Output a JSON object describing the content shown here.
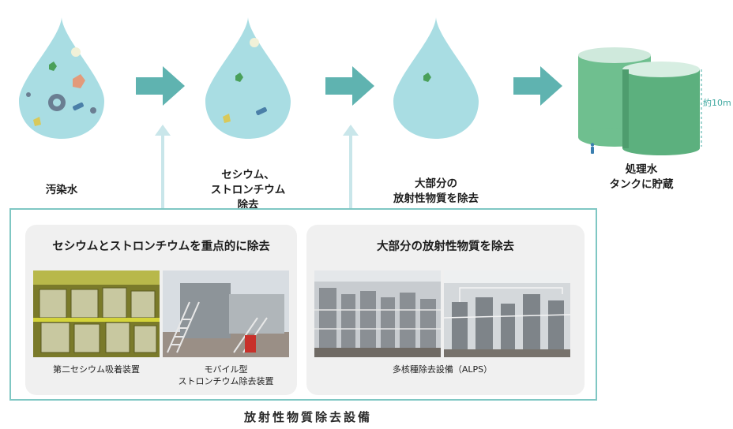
{
  "stages": {
    "contaminated": "汚染水",
    "cesium_removed": "セシウム、\nストロンチウム\n除去",
    "most_removed": "大部分の\n放射性物質を除去",
    "stored": "処理水\nタンクに貯蔵"
  },
  "tank": {
    "height_label": "約10m"
  },
  "panels": {
    "left": {
      "title": "セシウムとストロンチウムを重点的に除去",
      "caption_1": "第二セシウム吸着装置",
      "caption_2": "モバイル型\nストロンチウム除去装置"
    },
    "right": {
      "title": "大部分の放射性物質を除去",
      "caption": "多核種除去設備（ALPS）"
    }
  },
  "system_title": "放射性物質除去設備",
  "colors": {
    "drop": "#a9dde3",
    "arrow": "#5fb3b0",
    "tank": "#6fbf8f",
    "box_border": "#7fc7c3"
  }
}
